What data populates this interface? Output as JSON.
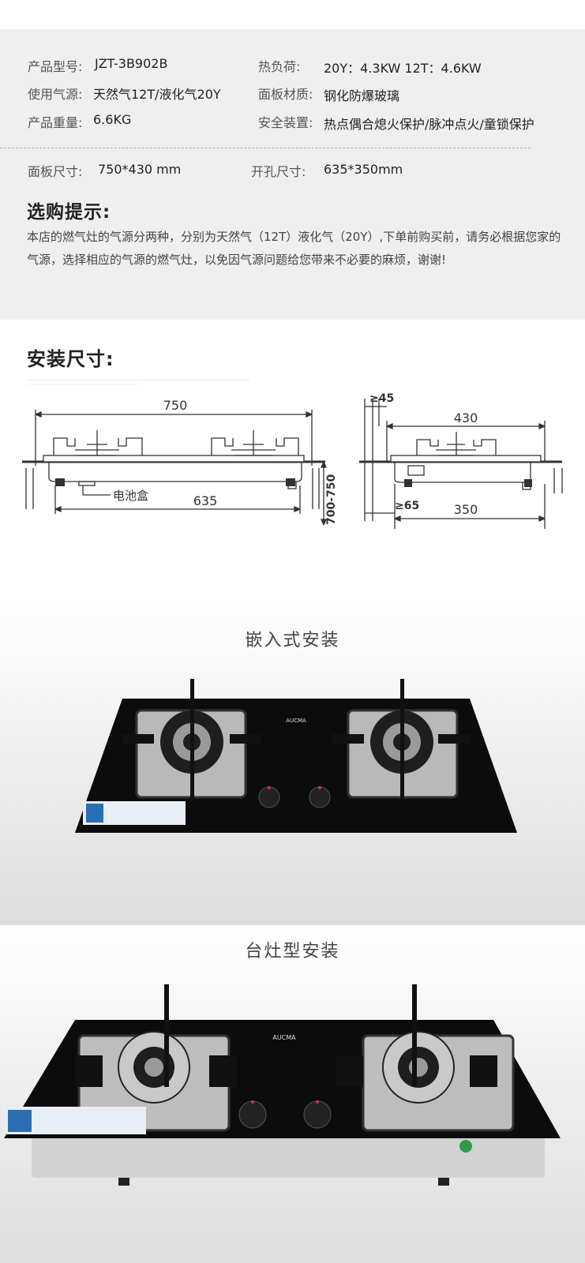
{
  "spec": {
    "rows": [
      {
        "label": "产品型号:",
        "value": "JZT-3B902B"
      },
      {
        "label": "使用气源:",
        "value": "天然气12T/液化气20Y"
      },
      {
        "label": "产品重量:",
        "value": "6.6KG"
      }
    ],
    "rows_right": [
      {
        "label": "热负荷:",
        "value": "20Y：4.3KW  12T：4.6KW"
      },
      {
        "label": "面板材质:",
        "value": "钢化防爆玻璃"
      },
      {
        "label": "安全装置:",
        "value": "热点偶合熄火保护/脉冲点火/童锁保护"
      }
    ],
    "panel_size": {
      "label": "面板尺寸:",
      "value": "750*430 mm"
    },
    "cut_size": {
      "label": "开孔尺寸:",
      "value": "635*350mm"
    }
  },
  "tips": {
    "title": "选购提示:",
    "text": "本店的燃气灶的气源分两种，分别为天然气（12T）液化气（20Y）,下单前购买前，请务必根据您家的气源，选择相应的气源的燃气灶，以免因气源问题给您带来不必要的麻烦，谢谢!"
  },
  "install": {
    "title": "安装尺寸:",
    "front": {
      "top_dim": "750",
      "bottom_dim": "635",
      "battery_label": "电池盒",
      "height_dim": "700-750"
    },
    "side": {
      "top_dim": "430",
      "bottom_dim": "350",
      "edge_top": "≥45",
      "edge_bottom": "≥65"
    }
  },
  "photos": [
    {
      "caption": "嵌入式安装",
      "brand": "AUCMA"
    },
    {
      "caption": "台灶型安装",
      "brand": "AUCMA"
    }
  ],
  "colors": {
    "bg_gray": "#f0efef",
    "glass": "#0c0c0c",
    "steel": "#c9c9c9"
  }
}
